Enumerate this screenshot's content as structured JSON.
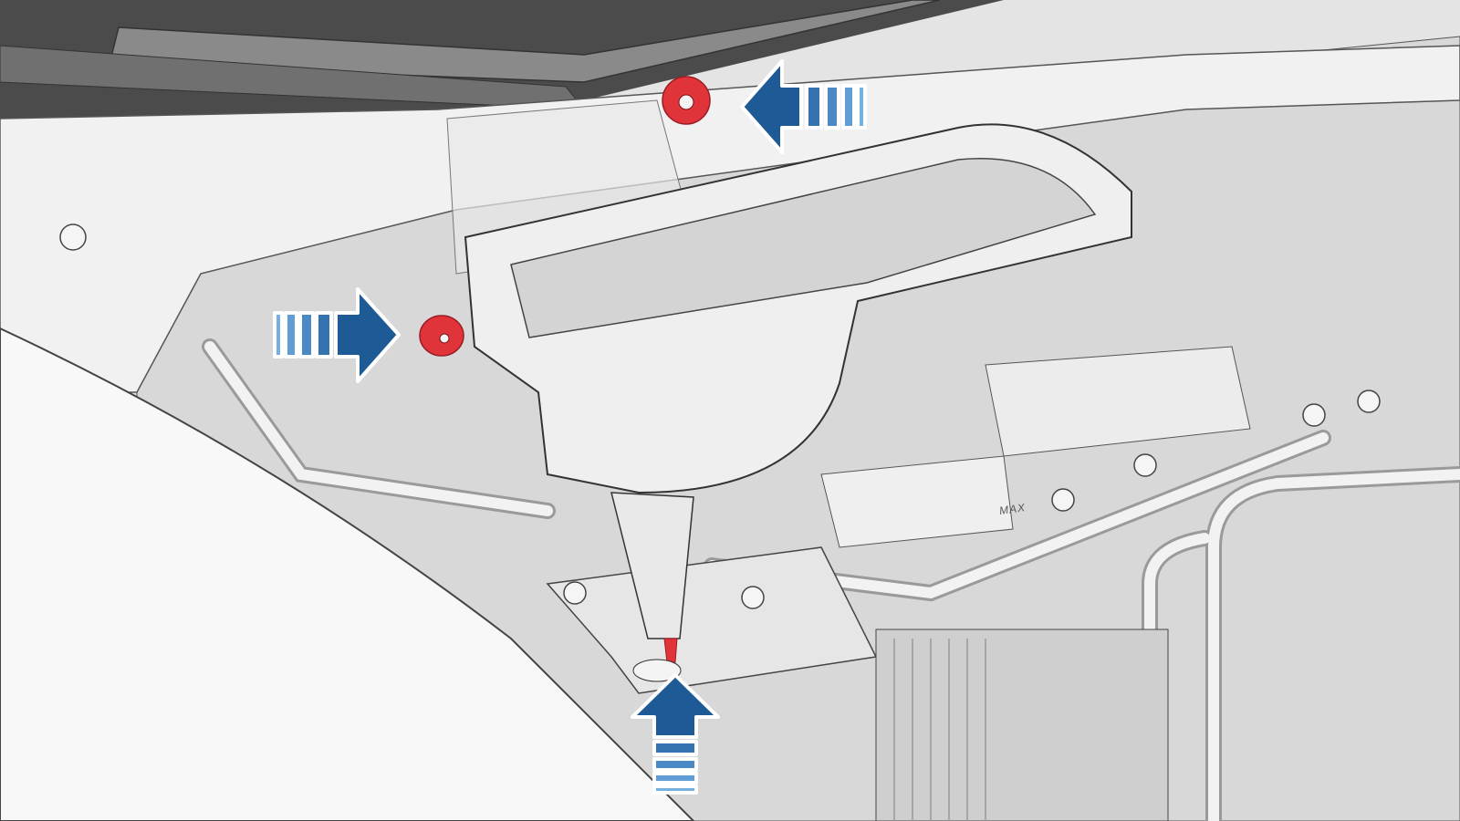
{
  "illustration": {
    "reservoir_label": "MAX",
    "callouts": [
      {
        "name": "upper-fastener",
        "arrow_direction": "left"
      },
      {
        "name": "side-fastener",
        "arrow_direction": "right"
      },
      {
        "name": "lower-clip",
        "arrow_direction": "up"
      }
    ]
  },
  "colors": {
    "arrow_dark": "#1e5a96",
    "arrow_light": "#5f9bd2",
    "fastener_red": "#e0343a",
    "windshield": "#4a4a4a",
    "body_panel": "#f7f7f7",
    "engine_bay": "#d6d6d6"
  }
}
